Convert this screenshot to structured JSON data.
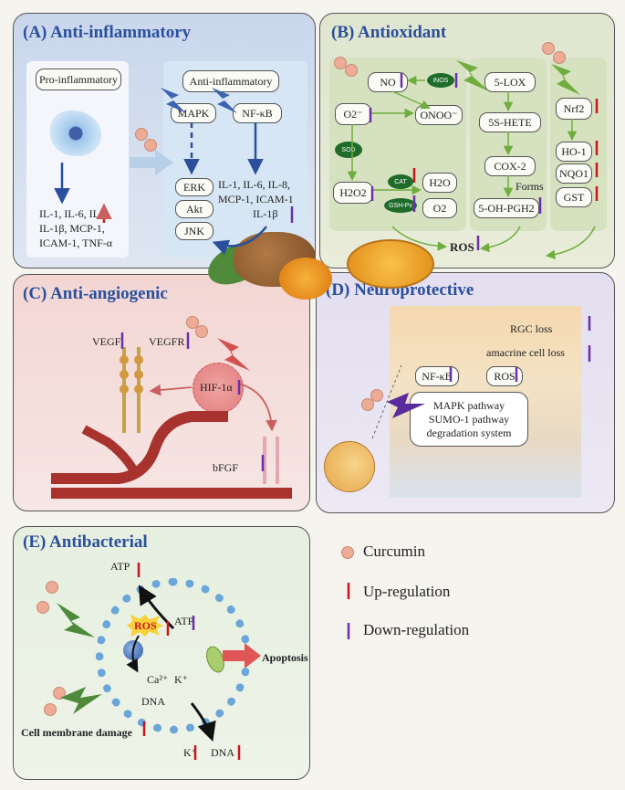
{
  "panel_a": {
    "title": "(A) Anti-inflammatory",
    "pro_label": "Pro-inflammatory",
    "anti_label": "Anti-inflammatory",
    "pro_cytokines": [
      "IL-1, IL-6, IL-8,",
      "IL-1β, MCP-1,",
      "ICAM-1, TNF-α"
    ],
    "mapk": "MAPK",
    "nfkb": "NF-κB",
    "kinases": [
      "ERK",
      "Akt",
      "JNK"
    ],
    "anti_cytokines": [
      "IL-1, IL-6, IL-8,",
      "MCP-1, ICAM-1",
      "IL-1β"
    ]
  },
  "panel_b": {
    "title": "(B) Antioxidant",
    "no": "NO",
    "inos": "iNOS",
    "o2": "O2⁻",
    "onoo": "ONOO⁻",
    "sod": "SOD",
    "h2o2": "H2O2",
    "cat": "CAT",
    "gsh": "GSH-Px",
    "h2o": "H2O",
    "o2b": "O2",
    "lox": "5-LOX",
    "hete": "5S-HETE",
    "cox2": "COX-2",
    "forms": "Forms",
    "pgh2": "5-OH-PGH2",
    "nrf2": "Nrf2",
    "ho1": "HO-1",
    "nqo1": "NQO1",
    "gst": "GST",
    "ros": "ROS"
  },
  "panel_c": {
    "title": "(C) Anti-angiogenic",
    "vegf": "VEGF",
    "vegfr": "VEGFR",
    "hif": "HIF-1α",
    "bfgf": "bFGF"
  },
  "panel_d": {
    "title": "(D) Neuroprotective",
    "rgc": "RGC loss",
    "amacrine": "amacrine cell loss",
    "nfkb": "NF-κB",
    "ros": "ROS",
    "pathways": [
      "MAPK pathway",
      "SUMO-1 pathway",
      "degradation system"
    ]
  },
  "panel_e": {
    "title": "(E) Antibacterial",
    "atp_top": "ATP",
    "ros": "ROS",
    "atp_mid": "ATP",
    "ca": "Ca²⁺",
    "k": "K⁺",
    "dna": "DNA",
    "apoptosis": "Apoptosis",
    "membrane": "Cell membrane damage",
    "k_out": "K⁺",
    "dna_out": "DNA"
  },
  "legend": {
    "curcumin": "Curcumin",
    "up": "Up-regulation",
    "down": "Down-regulation"
  },
  "colors": {
    "up_arrow": "#c8161d",
    "down_arrow": "#6b2fa8",
    "curcumin_dot": "#eeab96",
    "title_blue": "#2a4f9c"
  }
}
